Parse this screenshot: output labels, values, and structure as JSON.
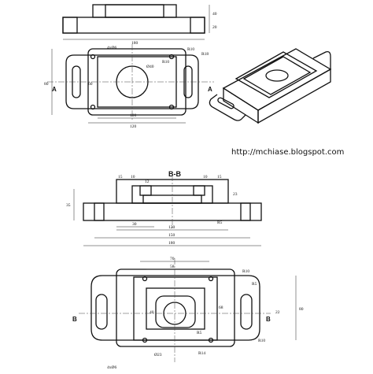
{
  "url": "http://mchiase.blogspot.com",
  "section_title": "B-B",
  "cut_labels": {
    "a_left": "A",
    "a_right": "A",
    "b_left": "B",
    "b_right": "B"
  },
  "top_view": {
    "overall": "180",
    "thickness": "40",
    "flange": "20"
  },
  "plan_view": {
    "holes": "4xØ6",
    "r1": "R10",
    "r2": "R10",
    "r3": "R18",
    "bore": "Ø40",
    "height": "80",
    "inner": "60",
    "w1": "100",
    "w2": "120"
  },
  "section_view": {
    "d15a": "15",
    "d10a": "10",
    "d15b": "15",
    "d10b": "10",
    "d12": "12",
    "d35": "35",
    "d23": "23",
    "d30": "30",
    "d120": "120",
    "d150": "150",
    "d180": "180",
    "r5": "R5"
  },
  "bottom_plan": {
    "d70": "70",
    "d58": "58",
    "d40": "40",
    "d68": "68",
    "d22": "22",
    "d80": "80",
    "r10a": "R10",
    "r5a": "R5",
    "r5b": "R5",
    "r14": "R14",
    "r10b": "R10",
    "dia23": "Ø23",
    "holes": "4xØ6"
  }
}
